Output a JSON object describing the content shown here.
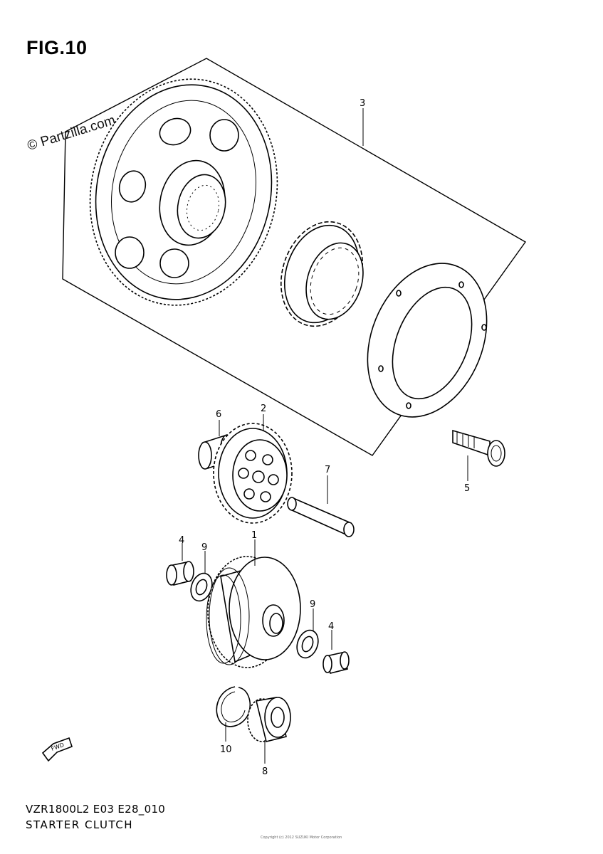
{
  "header": {
    "figure_label": "FIG.10"
  },
  "watermark": {
    "text": "© Partzilla.com"
  },
  "fwd_icon": {
    "label": "FWD"
  },
  "callouts": [
    {
      "id": "callout-3",
      "number": "3"
    },
    {
      "id": "callout-6",
      "number": "6"
    },
    {
      "id": "callout-2",
      "number": "2"
    },
    {
      "id": "callout-7",
      "number": "7"
    },
    {
      "id": "callout-5",
      "number": "5"
    },
    {
      "id": "callout-4a",
      "number": "4"
    },
    {
      "id": "callout-9a",
      "number": "9"
    },
    {
      "id": "callout-1",
      "number": "1"
    },
    {
      "id": "callout-9b",
      "number": "9"
    },
    {
      "id": "callout-4b",
      "number": "4"
    },
    {
      "id": "callout-10",
      "number": "10"
    },
    {
      "id": "callout-8",
      "number": "8"
    }
  ],
  "footer": {
    "model_code": "VZR1800L2 E03 E28_010",
    "section_title": "STARTER CLUTCH",
    "copyright_small": "Copyright (c) 2012 SUZUKI Motor Corporation"
  }
}
